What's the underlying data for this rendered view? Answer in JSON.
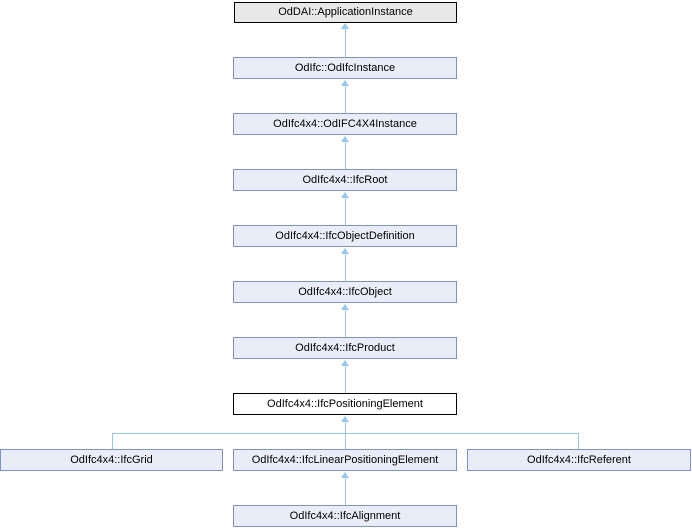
{
  "diagram": {
    "type": "class-inheritance",
    "current_class": "OdIfc4x4::IfcPositioningElement",
    "colors": {
      "node_background": "#e8edf7",
      "node_border": "#8191c1",
      "root_node_background": "#e8e8e8",
      "root_node_border": "#000000",
      "current_node_background": "#ffffff",
      "current_node_border": "#000000",
      "edge": "#9cc6e3",
      "text": "#000000"
    },
    "nodes": [
      {
        "label": "OdDAI::ApplicationInstance",
        "role": "base"
      },
      {
        "label": "OdIfc::OdIfcInstance",
        "role": "link"
      },
      {
        "label": "OdIfc4x4::OdIFC4X4Instance",
        "role": "link"
      },
      {
        "label": "OdIfc4x4::IfcRoot",
        "role": "link"
      },
      {
        "label": "OdIfc4x4::IfcObjectDefinition",
        "role": "link"
      },
      {
        "label": "OdIfc4x4::IfcObject",
        "role": "link"
      },
      {
        "label": "OdIfc4x4::IfcProduct",
        "role": "link"
      },
      {
        "label": "OdIfc4x4::IfcPositioningElement",
        "role": "current"
      },
      {
        "label": "OdIfc4x4::IfcGrid",
        "role": "link"
      },
      {
        "label": "OdIfc4x4::IfcLinearPositioningElement",
        "role": "link"
      },
      {
        "label": "OdIfc4x4::IfcReferent",
        "role": "link"
      },
      {
        "label": "OdIfc4x4::IfcAlignment",
        "role": "link"
      }
    ],
    "edges": [
      {
        "from": "OdIfc::OdIfcInstance",
        "to": "OdDAI::ApplicationInstance"
      },
      {
        "from": "OdIfc4x4::OdIFC4X4Instance",
        "to": "OdIfc::OdIfcInstance"
      },
      {
        "from": "OdIfc4x4::IfcRoot",
        "to": "OdIfc4x4::OdIFC4X4Instance"
      },
      {
        "from": "OdIfc4x4::IfcObjectDefinition",
        "to": "OdIfc4x4::IfcRoot"
      },
      {
        "from": "OdIfc4x4::IfcObject",
        "to": "OdIfc4x4::IfcObjectDefinition"
      },
      {
        "from": "OdIfc4x4::IfcProduct",
        "to": "OdIfc4x4::IfcObject"
      },
      {
        "from": "OdIfc4x4::IfcPositioningElement",
        "to": "OdIfc4x4::IfcProduct"
      },
      {
        "from": "OdIfc4x4::IfcGrid",
        "to": "OdIfc4x4::IfcPositioningElement"
      },
      {
        "from": "OdIfc4x4::IfcLinearPositioningElement",
        "to": "OdIfc4x4::IfcPositioningElement"
      },
      {
        "from": "OdIfc4x4::IfcReferent",
        "to": "OdIfc4x4::IfcPositioningElement"
      },
      {
        "from": "OdIfc4x4::IfcAlignment",
        "to": "OdIfc4x4::IfcLinearPositioningElement"
      }
    ]
  }
}
